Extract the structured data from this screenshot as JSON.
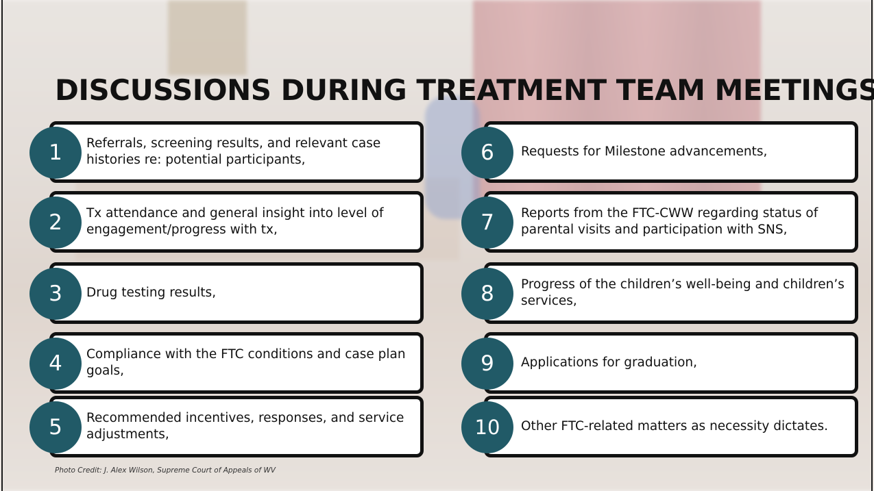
{
  "title": "DISCUSSIONS DURING TREATMENT TEAM MEETINGS",
  "photo_credit": "Photo Credit: J. Alex Wilson, Supreme Court of Appeals of WV",
  "accent_color": "#215a67",
  "items": [
    {
      "number": "1",
      "text": "Referrals, screening results, and relevant case histories re: potential participants,"
    },
    {
      "number": "2",
      "text": "Tx attendance and general insight into level of engagement/progress with tx,"
    },
    {
      "number": "3",
      "text": "Drug testing results,"
    },
    {
      "number": "4",
      "text": "Compliance with the FTC conditions and case plan goals,"
    },
    {
      "number": "5",
      "text": "Recommended incentives, responses, and service adjustments,"
    },
    {
      "number": "6",
      "text": "Requests for Milestone advancements,"
    },
    {
      "number": "7",
      "text": "Reports from the FTC-CWW regarding status of parental visits and participation with SNS,"
    },
    {
      "number": "8",
      "text": "Progress of the children’s well-being and children’s services,"
    },
    {
      "number": "9",
      "text": "Applications for graduation,"
    },
    {
      "number": "10",
      "text": "Other FTC-related matters as necessity dictates."
    }
  ]
}
